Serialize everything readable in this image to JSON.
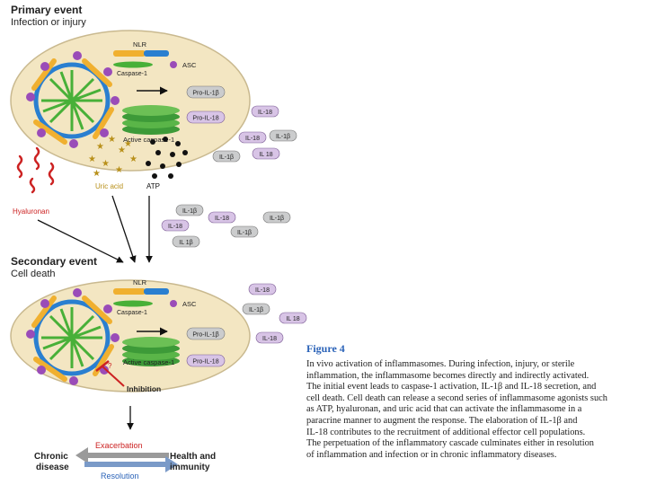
{
  "primary": {
    "title": "Primary event",
    "subtitle": "Infection or injury",
    "nlr": "NLR",
    "asc": "ASC",
    "caspase": "Caspase-1",
    "active_caspase": "Active caspase-1",
    "pro_il1b": "Pro-IL-1β",
    "pro_il18": "Pro-IL-18"
  },
  "agonists": {
    "uric_acid": "Uric acid",
    "atp": "ATP",
    "hyaluronan": "Hyaluronan"
  },
  "cytokines": {
    "il1b": "IL-1β",
    "il18": "IL-18",
    "il1b_alt": "IL 1β",
    "il18_alt": "IL 18"
  },
  "secondary": {
    "title": "Secondary event",
    "subtitle": "Cell death",
    "nlr": "NLR",
    "asc": "ASC",
    "caspase": "Caspase-1",
    "active_caspase": "Active caspase-1",
    "pro_il1b": "Pro-IL-1β",
    "pro_il18": "Pro-IL-18",
    "inhibition": "Inhibition"
  },
  "outcomes": {
    "chronic": [
      "Chronic",
      "disease"
    ],
    "health": [
      "Health and",
      "immunity"
    ],
    "exacerbation": "Exacerbation",
    "resolution": "Resolution"
  },
  "figure": {
    "title": "Figure 4",
    "caption_lines": [
      "In vivo activation of inflammasomes. During infection, injury, or sterile",
      "inflammation, the inflammasome becomes directly and indirectly activated.",
      "The initial event leads to caspase-1 activation, IL-1β and IL-18 secretion, and",
      "cell death. Cell death can release a second series of inflammasome agonists such",
      "as ATP, hyaluronan, and uric acid that can activate the inflammasome in a",
      "paracrine manner to augment the response. The elaboration of IL-1β and",
      "IL-18 contributes to the recruitment of additional effector cell populations.",
      "The perpetuation of the inflammatory cascade culminates either in resolution",
      "of inflammation and infection or in chronic inflammatory diseases."
    ]
  },
  "colors": {
    "cell_fill": "#f3e6c2",
    "il18_pill": "#d8c4e6",
    "il1b_pill": "#cbcccd",
    "title_blue": "#2b63b8",
    "red": "#cc2222",
    "uric_gold": "#b8901a"
  }
}
